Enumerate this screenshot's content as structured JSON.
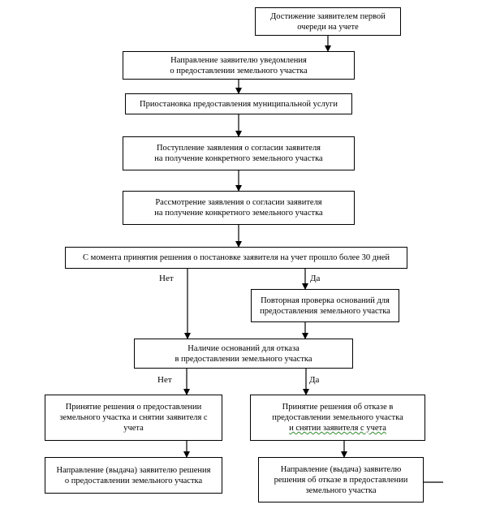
{
  "boxes": {
    "first_queue": [
      "Достижение заявителем первой",
      "очереди на учете"
    ],
    "notify": [
      "Направление заявителю уведомления",
      "о предоставлении земельного участка"
    ],
    "suspend": [
      "Приостановка предоставления муниципальной услуги"
    ],
    "consent_received": [
      "Поступление заявления о согласии заявителя",
      "на получение конкретного земельного участка"
    ],
    "consent_review": [
      "Рассмотрение заявления о согласии заявителя",
      "на получение конкретного земельного участка"
    ],
    "over_30_days": [
      "С момента принятия решения о постановке заявителя на учет прошло более 30 дней"
    ],
    "recheck": [
      "Повторная проверка оснований для",
      "предоставления земельного участка"
    ],
    "refusal_grounds": [
      "Наличие оснований для отказа",
      "в предоставлении земельного участка"
    ],
    "grant_decision": [
      "Принятие решения о предоставлении",
      "земельного участка и снятии заявителя с",
      "учета"
    ],
    "refusal_decision": [
      "Принятие решения об отказе в",
      "предоставлении земельного участка",
      "и снятии заявителя с учета"
    ],
    "grant_delivery": [
      "Направление (выдача) заявителю решения",
      "о предоставлении земельного участка"
    ],
    "refusal_delivery": [
      "Направление (выдача) заявителю",
      "решения об отказе в предоставлении",
      "земельного участка"
    ]
  },
  "labels": {
    "no_1": "Нет",
    "yes_1": "Да",
    "no_2": "Нет",
    "yes_2": "Да"
  }
}
